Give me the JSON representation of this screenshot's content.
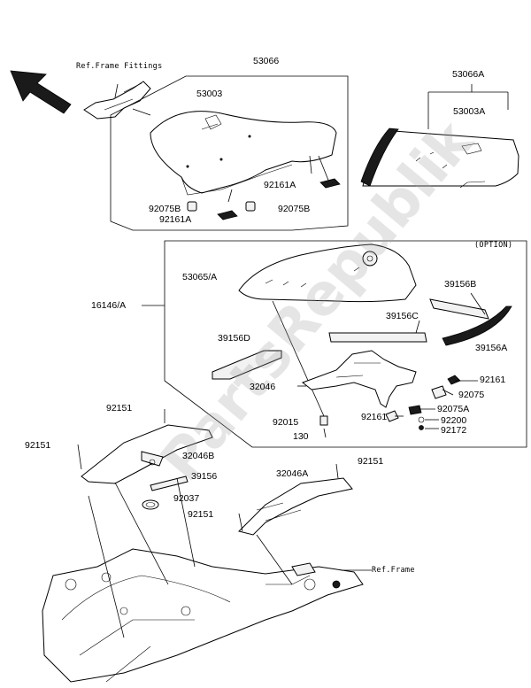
{
  "labels": {
    "ref_frame_fittings": "Ref.Frame Fittings",
    "ref_frame": "Ref.Frame",
    "option": "(OPTION)",
    "p53066": "53066",
    "p53003": "53003",
    "p53066A": "53066A",
    "p53003A": "53003A",
    "p92161A_1": "92161A",
    "p92075B_1": "92075B",
    "p92075B_2": "92075B",
    "p92161A_2": "92161A",
    "p53065A": "53065/A",
    "p16146A": "16146/A",
    "p39156B": "39156B",
    "p39156C": "39156C",
    "p39156D": "39156D",
    "p39156A": "39156A",
    "p32046": "32046",
    "p92161": "92161",
    "p92075": "92075",
    "p92075A": "92075A",
    "p92015": "92015",
    "p92161_b": "92161",
    "p92200": "92200",
    "p130": "130",
    "p92172": "92172",
    "p92151_a": "92151",
    "p92151_b": "92151",
    "p32046B": "32046B",
    "p39156": "39156",
    "p92037": "92037",
    "p92151_c": "92151",
    "p32046A": "32046A",
    "p92151_d": "92151"
  },
  "watermark": "PartsRepublik",
  "icons": {
    "direction": "front-direction-arrow-icon",
    "logo": "gear-logo-icon"
  }
}
